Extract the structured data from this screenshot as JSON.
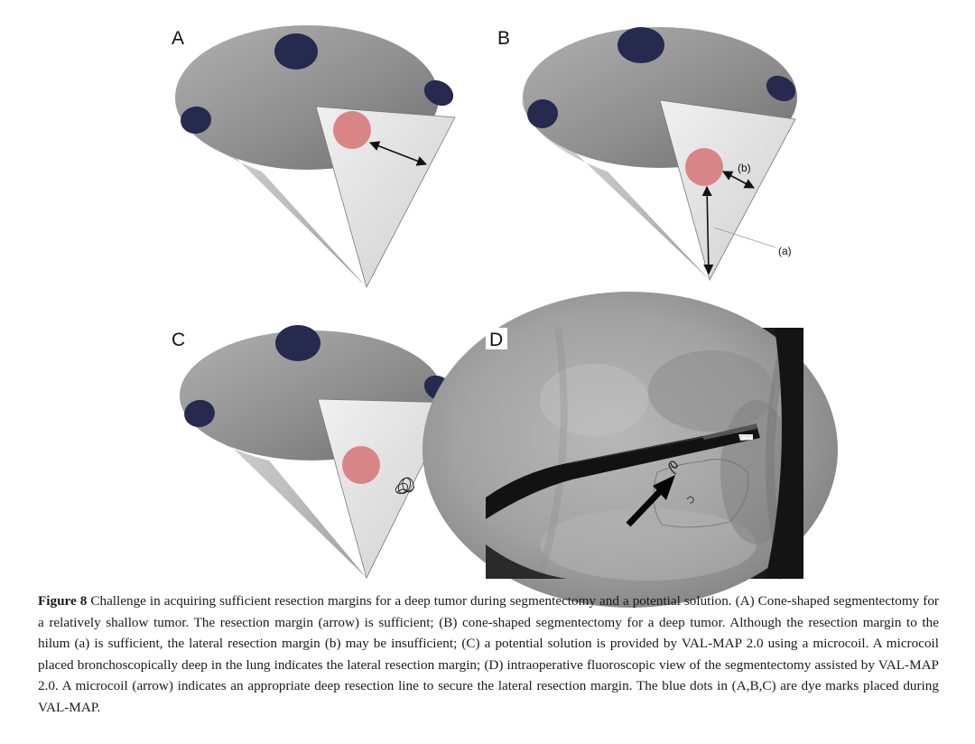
{
  "panels": {
    "a": {
      "letter": "A"
    },
    "b": {
      "letter": "B",
      "label_a": "(a)",
      "label_b": "(b)"
    },
    "c": {
      "letter": "C"
    },
    "d": {
      "letter": "D"
    }
  },
  "caption": {
    "figure_label": "Figure 8",
    "text": " Challenge in acquiring sufficient resection margins for a deep tumor during segmentectomy and a potential solution. (A) Cone-shaped segmentectomy for a relatively shallow tumor. The resection margin (arrow) is sufficient; (B) cone-shaped segmentectomy for a deep tumor. Although the resection margin to the hilum (a) is sufficient, the lateral resection margin (b) may be insufficient; (C) a potential solution is provided by VAL-MAP 2.0 using a microcoil. A microcoil placed bronchoscopically deep in the lung indicates the lateral resection margin; (D) intraoperative fluoroscopic view of the segmentectomy assisted by VAL-MAP 2.0. A microcoil (arrow) indicates an appropriate deep resection line to secure the lateral resection margin. The blue dots in (A,B,C) are dye marks placed during VAL-MAP."
  },
  "colors": {
    "dye_mark": "#262a4e",
    "tumor": "#d98587",
    "cone_top": "#8e8e8e",
    "cone_side": "#c4c4c4",
    "cut_face": "#e4e4e4"
  }
}
